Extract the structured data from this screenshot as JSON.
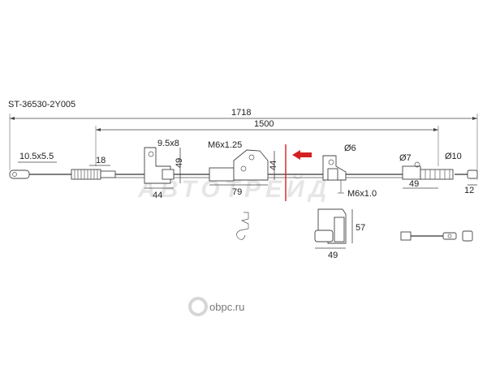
{
  "part_code": "ST-36530-2Y005",
  "watermark": "АВТОТРЕЙД",
  "brand": {
    "name": "оbрс.ru",
    "logo_color": "#e0e0e0"
  },
  "dimensions": {
    "overall_length": "1718",
    "inner_length": "1500",
    "left_end_eye": "10.5x5.5",
    "left_end_len": "18",
    "bracket_left_hole": "9.5x8",
    "bracket_left_height": "49",
    "bracket_left_width": "44",
    "bracket_mid_thread": "M6x1.25",
    "bracket_mid_height": "44",
    "bracket_mid_width": "79",
    "bracket_right_dia": "Ø6",
    "bracket_right_thread": "M6x1.0",
    "right_sleeve_dia": "Ø7",
    "right_end_dia": "Ø10",
    "right_sleeve_len": "49",
    "right_end_len": "12",
    "detail_height": "57",
    "detail_width": "49"
  },
  "colors": {
    "arrow": "#d42020",
    "section_line": "#d42020"
  }
}
